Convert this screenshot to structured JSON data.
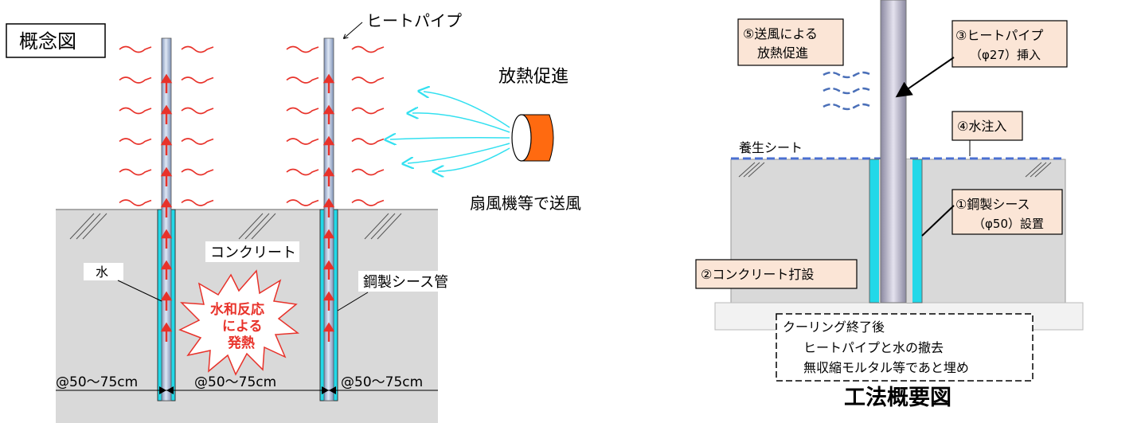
{
  "left": {
    "title": "概念図",
    "heat_pipe_label": "ヒートパイプ",
    "heat_dissipation_label": "放熱促進",
    "fan_label": "扇風機等で送風",
    "concrete_label": "コンクリート",
    "water_label": "水",
    "steel_sheath_label": "鋼製シース管",
    "reaction_line1": "水和反応",
    "reaction_line2": "による",
    "reaction_line3": "発熱",
    "spacing": [
      "@50～75cm",
      "@50～75cm",
      "@50～75cm"
    ],
    "colors": {
      "heat": "#e8322a",
      "airflow": "#33e0f0",
      "fan": "#ff6a10",
      "water": "#22d8e8",
      "ground": "#d9d9d9"
    }
  },
  "right": {
    "callout_fan": [
      "⑤送風による",
      "放熱促進"
    ],
    "callout_pipe": [
      "③ヒートパイプ",
      "（φ27）挿入"
    ],
    "sheet_label": "養生シート",
    "callout_water": "④水注入",
    "callout_sheath": [
      "①鋼製シース",
      "（φ50）設置"
    ],
    "callout_concrete": "②コンクリート打設",
    "post_curing": [
      "クーリング終了後",
      "ヒートパイプと水の撤去",
      "無収縮モルタル等であと埋め"
    ],
    "caption": "工法概要図",
    "colors": {
      "callout_bg": "#fbe5d6",
      "sheet": "#4a6fd0",
      "water": "#22d8e8",
      "ground": "#d9d9d9"
    }
  }
}
